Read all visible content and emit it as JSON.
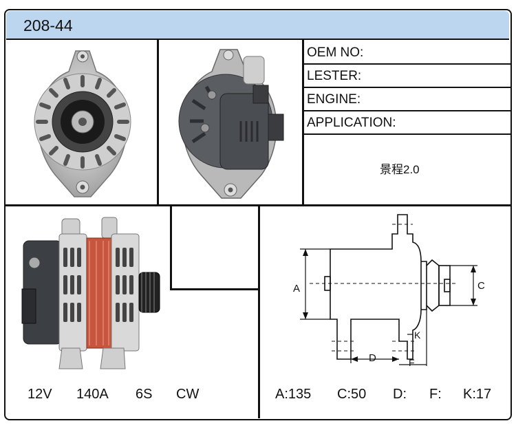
{
  "header": {
    "title": "208-44"
  },
  "info": {
    "oem_label": "OEM NO:",
    "lester_label": "LESTER:",
    "engine_label": "ENGINE:",
    "application_label": "APPLICATION:",
    "note": "景程2.0"
  },
  "specs": {
    "voltage": "12V",
    "amperage": "140A",
    "pulley": "6S",
    "rotation": "CW"
  },
  "dimensions": {
    "a": "A:135",
    "c": "C:50",
    "d": "D:",
    "f": "F:",
    "k": "K:17"
  },
  "diagram_labels": {
    "a": "A",
    "c": "C",
    "d": "D",
    "f": "F",
    "k": "K"
  },
  "colors": {
    "header_bg": "#bcd6ef",
    "border": "#111111",
    "stator_copper": "#c8553d"
  }
}
